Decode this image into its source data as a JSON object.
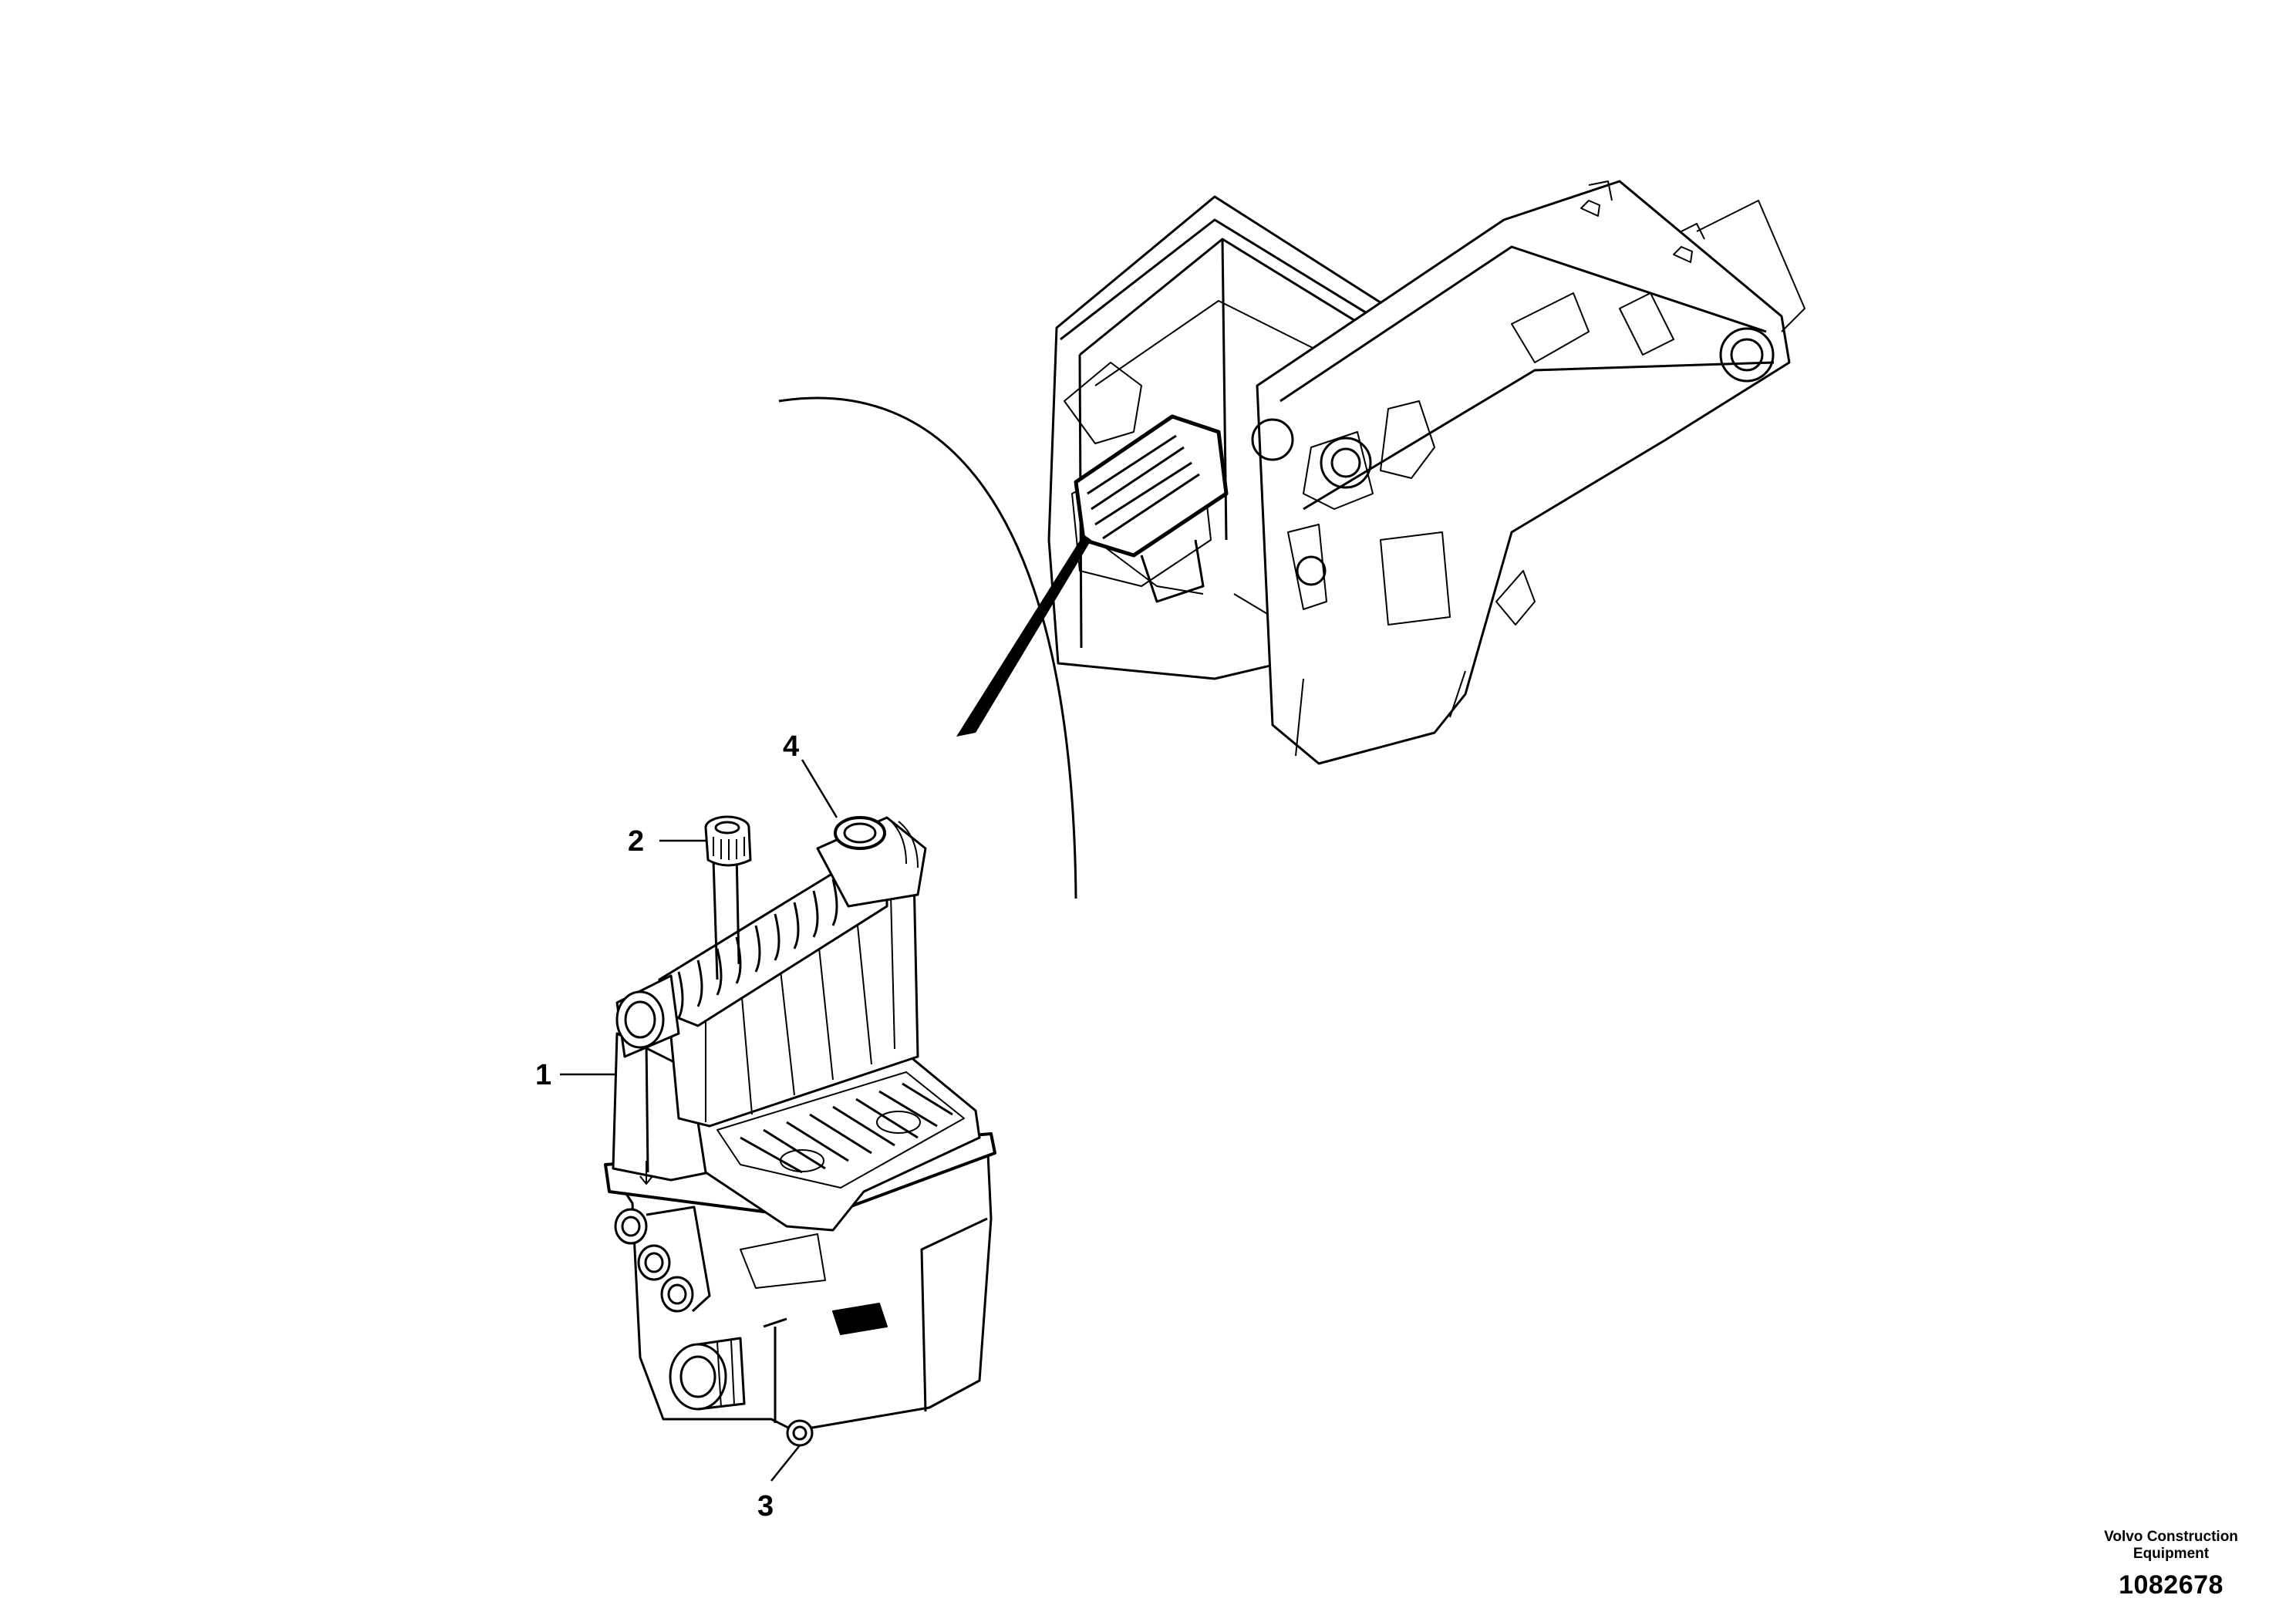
{
  "callouts": [
    {
      "label": "1",
      "part": "tank-body"
    },
    {
      "label": "2",
      "part": "filler-cap"
    },
    {
      "label": "3",
      "part": "drain-plug"
    },
    {
      "label": "4",
      "part": "top-outlet"
    }
  ],
  "publisher": {
    "line1": "Volvo Construction",
    "line2": "Equipment"
  },
  "drawing_number": "1082678"
}
